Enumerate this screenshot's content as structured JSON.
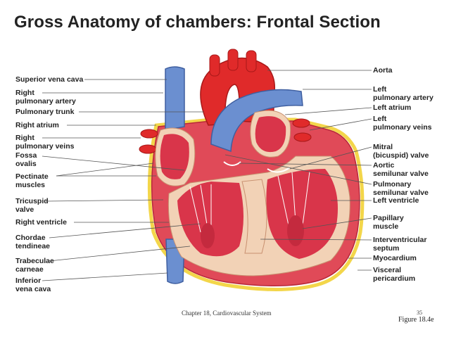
{
  "slide": {
    "title": "Gross Anatomy of chambers: Frontal Section",
    "footer": "Chapter 18, Cardiovascular System",
    "page_number": "35",
    "figure_ref": "Figure 18.4e"
  },
  "colors": {
    "vein_blue": "#6b8fd0",
    "artery_red": "#e02a2a",
    "myocardium": "#f2d2b6",
    "chamber": "#d9354a",
    "fat_yellow": "#f3d64a",
    "leader_line": "#555555"
  },
  "labels_left": [
    {
      "id": "superior-vena-cava",
      "text": "Superior vena cava"
    },
    {
      "id": "right-pulmonary-artery",
      "text": "Right\npulmonary artery"
    },
    {
      "id": "pulmonary-trunk",
      "text": "Pulmonary trunk"
    },
    {
      "id": "right-atrium",
      "text": "Right atrium"
    },
    {
      "id": "right-pulmonary-veins",
      "text": "Right\npulmonary veins"
    },
    {
      "id": "fossa-ovalis",
      "text": "Fossa\novalis"
    },
    {
      "id": "pectinate-muscles",
      "text": "Pectinate\nmuscles"
    },
    {
      "id": "tricuspid-valve",
      "text": "Tricuspid\nvalve"
    },
    {
      "id": "right-ventricle",
      "text": "Right ventricle"
    },
    {
      "id": "chordae-tendineae",
      "text": "Chordae\ntendineae"
    },
    {
      "id": "trabeculae-carneae",
      "text": "Trabeculae\ncarneae"
    },
    {
      "id": "inferior-vena-cava",
      "text": "Inferior\nvena cava"
    }
  ],
  "labels_right": [
    {
      "id": "aorta",
      "text": "Aorta"
    },
    {
      "id": "left-pulmonary-artery",
      "text": "Left\npulmonary artery"
    },
    {
      "id": "left-atrium",
      "text": "Left atrium"
    },
    {
      "id": "left-pulmonary-veins",
      "text": "Left\npulmonary veins"
    },
    {
      "id": "mitral-valve",
      "text": "Mitral\n(bicuspid) valve"
    },
    {
      "id": "aortic-semilunar-valve",
      "text": "Aortic\nsemilunar valve"
    },
    {
      "id": "pulmonary-semilunar-valve",
      "text": "Pulmonary\nsemilunar valve"
    },
    {
      "id": "left-ventricle",
      "text": "Left ventricle"
    },
    {
      "id": "papillary-muscle",
      "text": "Papillary\nmuscle"
    },
    {
      "id": "interventricular-septum",
      "text": "Interventricular\nseptum"
    },
    {
      "id": "myocardium",
      "text": "Myocardium"
    },
    {
      "id": "visceral-pericardium",
      "text": "Visceral\npericardium"
    }
  ]
}
